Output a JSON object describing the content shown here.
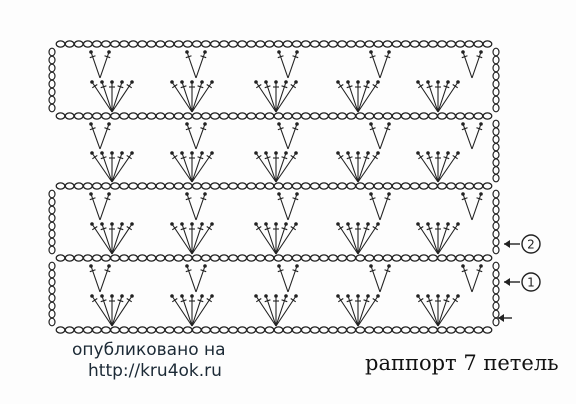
{
  "diagram": {
    "row_markers": [
      "2",
      "1"
    ],
    "repeat_label": "раппорт 7 петель"
  },
  "watermark": {
    "line1": "опубликовано на",
    "line2": "http://kru4ok.ru"
  },
  "colors": {
    "ink": "#222222",
    "paper": "#fdfdfd"
  }
}
